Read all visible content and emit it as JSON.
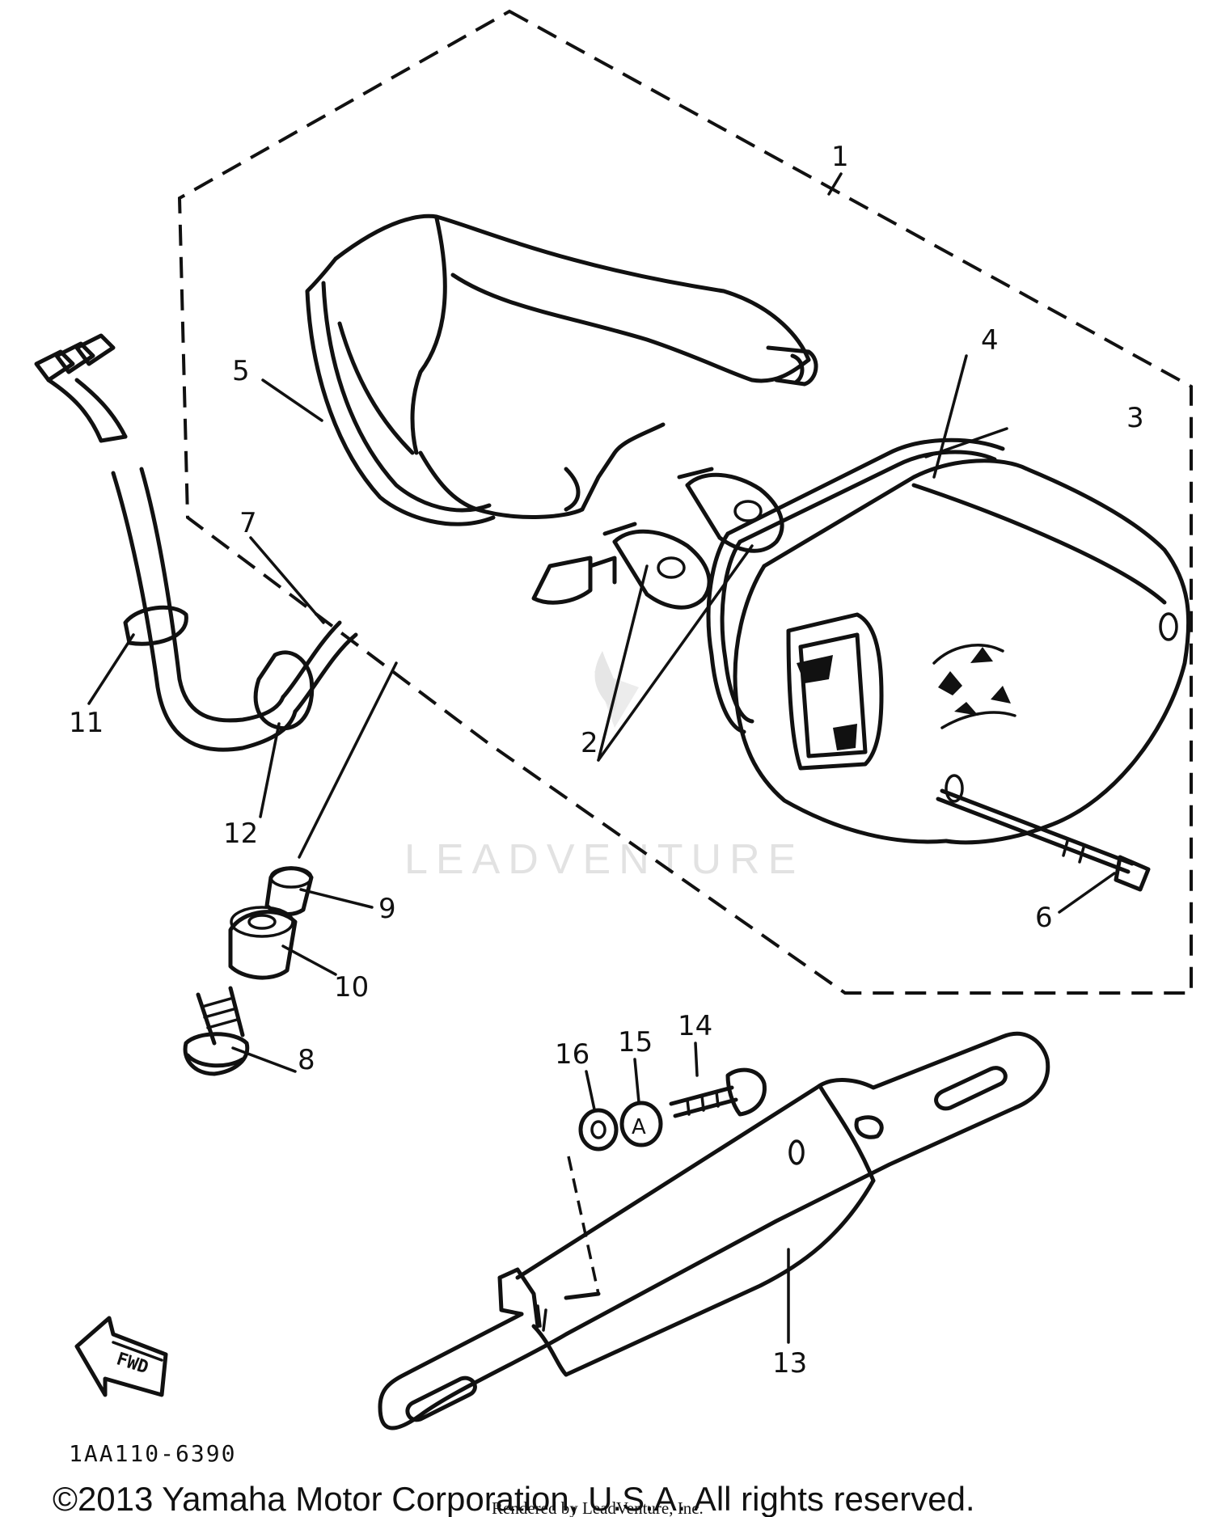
{
  "diagram": {
    "callouts": [
      {
        "id": "1",
        "label": "1"
      },
      {
        "id": "2",
        "label": "2"
      },
      {
        "id": "3",
        "label": "3"
      },
      {
        "id": "4",
        "label": "4"
      },
      {
        "id": "5",
        "label": "5"
      },
      {
        "id": "6",
        "label": "6"
      },
      {
        "id": "7",
        "label": "7"
      },
      {
        "id": "8",
        "label": "8"
      },
      {
        "id": "9",
        "label": "9"
      },
      {
        "id": "10",
        "label": "10"
      },
      {
        "id": "11",
        "label": "11"
      },
      {
        "id": "12",
        "label": "12"
      },
      {
        "id": "13",
        "label": "13"
      },
      {
        "id": "14",
        "label": "14"
      },
      {
        "id": "15",
        "label": "15"
      },
      {
        "id": "16",
        "label": "16"
      }
    ],
    "fwd_label": "FWD",
    "drawing_code": "1AA110-6390",
    "copyright": "©2013 Yamaha Motor Corporation, U.S.A. All rights reserved.",
    "rendered_by": "Rendered by LeadVenture, Inc.",
    "watermark": "LEADVENTURE"
  }
}
